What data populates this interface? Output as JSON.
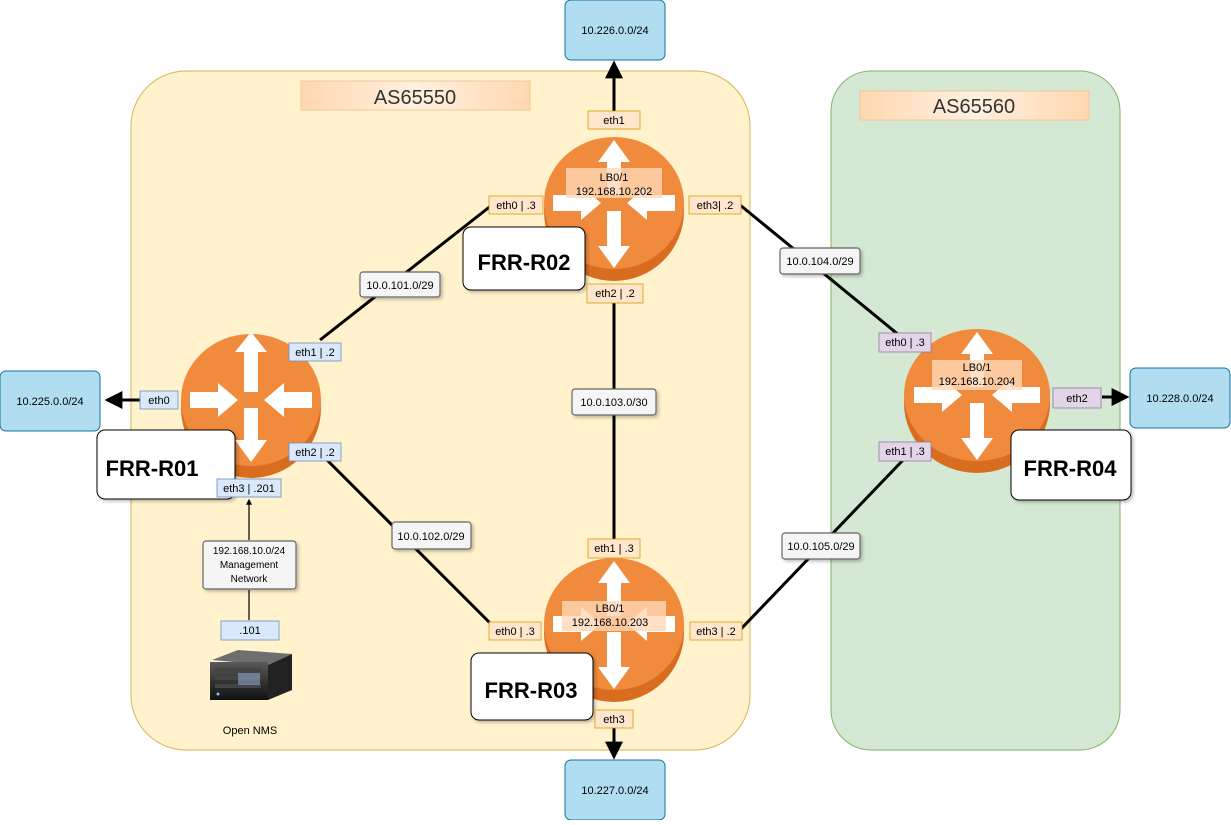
{
  "colors": {
    "as_a_fill": "#fff2cc",
    "as_a_stroke": "#d6b656",
    "as_b_fill": "#d5e8d4",
    "as_b_stroke": "#82b366",
    "router": "#f08a3c",
    "router_edge": "#d86c1f",
    "net_fill": "#b1ddf0",
    "net_stroke": "#10739e",
    "if_orange_fill": "#ffe6cc",
    "if_orange_stroke": "#d79b00",
    "if_blue_fill": "#dae8fc",
    "if_blue_stroke": "#6c8ebf",
    "if_purple_fill": "#e1d5e7",
    "if_purple_stroke": "#9673a6",
    "subnet_fill": "#f5f5f5",
    "subnet_stroke": "#666666"
  },
  "as_groups": {
    "as_a": "AS65550",
    "as_b": "AS65560"
  },
  "networks": {
    "n226": "10.226.0.0/24",
    "n225": "10.225.0.0/24",
    "n228": "10.228.0.0/24",
    "n227": "10.227.0.0/24"
  },
  "routers": {
    "r01": {
      "name": "FRR-R01"
    },
    "r02": {
      "name": "FRR-R02",
      "lb_name": "LB0/1",
      "lb_ip": "192.168.10.202"
    },
    "r03": {
      "name": "FRR-R03",
      "lb_name": "LB0/1",
      "lb_ip": "192.168.10.203"
    },
    "r04": {
      "name": "FRR-R04",
      "lb_name": "LB0/1",
      "lb_ip": "192.168.10.204"
    }
  },
  "interfaces": {
    "r02_eth1": "eth1",
    "r02_eth0": "eth0 | .3",
    "r02_eth3": "eth3| .2",
    "r02_eth2": "eth2 | .2",
    "r01_eth1": "eth1 | .2",
    "r01_eth0": "eth0",
    "r01_eth2": "eth2 | .2",
    "r01_eth3": "eth3 | .201",
    "r03_eth1": "eth1 | .3",
    "r03_eth0": "eth0 | .3",
    "r03_eth3_right": "eth3 | .2",
    "r03_eth3": "eth3",
    "r04_eth0": "eth0 | .3",
    "r04_eth1": "eth1 | .3",
    "r04_eth2": "eth2",
    "nms_addr": ".101"
  },
  "subnets": {
    "s101": "10.0.101.0/29",
    "s102": "10.0.102.0/29",
    "s103": "10.0.103.0/30",
    "s104": "10.0.104.0/29",
    "s105": "10.0.105.0/29"
  },
  "management": {
    "line1": "192.168.10.0/24",
    "line2": "Management",
    "line3": "Network"
  },
  "server": {
    "label": "Open NMS",
    "icon": "server-icon"
  }
}
